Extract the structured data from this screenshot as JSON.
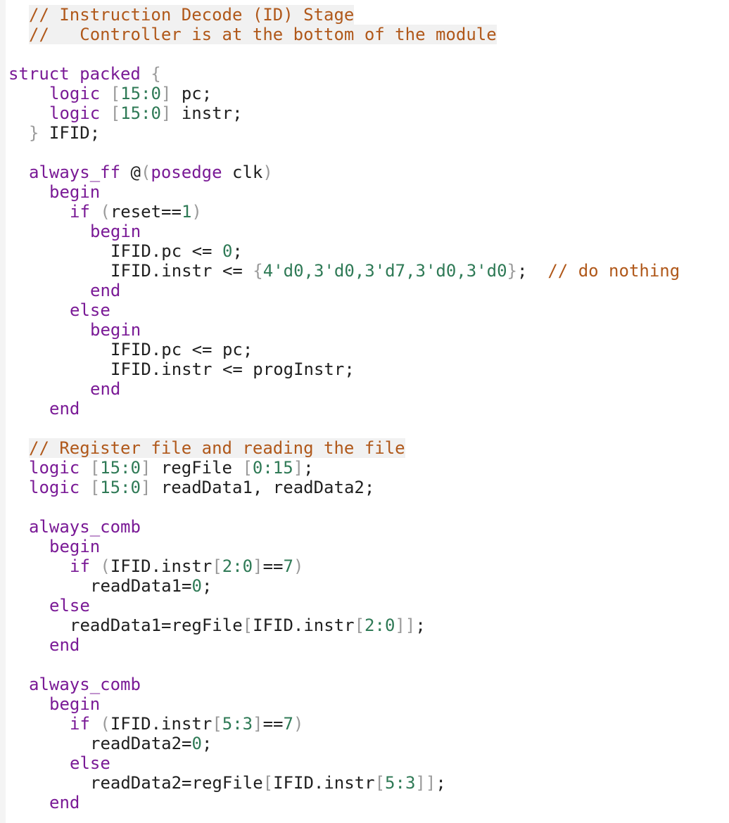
{
  "colors": {
    "comment": "#b0581a",
    "keyword": "#7a1a96",
    "number": "#2f7a56",
    "bracket": "#9a9a9a",
    "text": "#1f1f1f",
    "background": "#ffffff"
  },
  "lines": [
    {
      "indent": 1,
      "tokens": [
        {
          "t": "// Instruction Decode (ID) Stage",
          "c": "comment hl"
        }
      ]
    },
    {
      "indent": 1,
      "tokens": [
        {
          "t": "//   Controller is at the bottom of the module",
          "c": "comment hl"
        }
      ]
    },
    {
      "indent": 0,
      "tokens": []
    },
    {
      "indent": 0,
      "tokens": [
        {
          "t": "struct packed ",
          "c": "keyword"
        },
        {
          "t": "{",
          "c": "bracket"
        }
      ]
    },
    {
      "indent": 2,
      "tokens": [
        {
          "t": "logic ",
          "c": "keyword"
        },
        {
          "t": "[",
          "c": "bracket"
        },
        {
          "t": "15:0",
          "c": "number"
        },
        {
          "t": "]",
          "c": "bracket"
        },
        {
          "t": " pc;",
          "c": "plain"
        }
      ]
    },
    {
      "indent": 2,
      "tokens": [
        {
          "t": "logic ",
          "c": "keyword"
        },
        {
          "t": "[",
          "c": "bracket"
        },
        {
          "t": "15:0",
          "c": "number"
        },
        {
          "t": "]",
          "c": "bracket"
        },
        {
          "t": " instr;",
          "c": "plain"
        }
      ]
    },
    {
      "indent": 1,
      "tokens": [
        {
          "t": "}",
          "c": "bracket"
        },
        {
          "t": " IFID;",
          "c": "plain"
        }
      ]
    },
    {
      "indent": 0,
      "tokens": []
    },
    {
      "indent": 1,
      "tokens": [
        {
          "t": "always_ff ",
          "c": "keyword"
        },
        {
          "t": "@",
          "c": "plain"
        },
        {
          "t": "(",
          "c": "bracket"
        },
        {
          "t": "posedge",
          "c": "keyword"
        },
        {
          "t": " clk",
          "c": "plain"
        },
        {
          "t": ")",
          "c": "bracket"
        }
      ]
    },
    {
      "indent": 2,
      "tokens": [
        {
          "t": "begin",
          "c": "keyword"
        }
      ]
    },
    {
      "indent": 3,
      "tokens": [
        {
          "t": "if ",
          "c": "keyword"
        },
        {
          "t": "(",
          "c": "bracket"
        },
        {
          "t": "reset==",
          "c": "plain"
        },
        {
          "t": "1",
          "c": "number"
        },
        {
          "t": ")",
          "c": "bracket"
        }
      ]
    },
    {
      "indent": 4,
      "tokens": [
        {
          "t": "begin",
          "c": "keyword"
        }
      ]
    },
    {
      "indent": 5,
      "tokens": [
        {
          "t": "IFID.pc <= ",
          "c": "plain"
        },
        {
          "t": "0",
          "c": "number"
        },
        {
          "t": ";",
          "c": "plain"
        }
      ]
    },
    {
      "indent": 5,
      "tokens": [
        {
          "t": "IFID.instr <= ",
          "c": "plain"
        },
        {
          "t": "{",
          "c": "bracket"
        },
        {
          "t": "4'd0,3'd0,3'd7,3'd0,3'd0",
          "c": "number"
        },
        {
          "t": "}",
          "c": "bracket"
        },
        {
          "t": ";  ",
          "c": "plain"
        },
        {
          "t": "// do nothing",
          "c": "comment"
        }
      ]
    },
    {
      "indent": 4,
      "tokens": [
        {
          "t": "end",
          "c": "keyword"
        }
      ]
    },
    {
      "indent": 3,
      "tokens": [
        {
          "t": "else",
          "c": "keyword"
        }
      ]
    },
    {
      "indent": 4,
      "tokens": [
        {
          "t": "begin",
          "c": "keyword"
        }
      ]
    },
    {
      "indent": 5,
      "tokens": [
        {
          "t": "IFID.pc <= pc;",
          "c": "plain"
        }
      ]
    },
    {
      "indent": 5,
      "tokens": [
        {
          "t": "IFID.instr <= progInstr;",
          "c": "plain"
        }
      ]
    },
    {
      "indent": 4,
      "tokens": [
        {
          "t": "end",
          "c": "keyword"
        }
      ]
    },
    {
      "indent": 2,
      "tokens": [
        {
          "t": "end",
          "c": "keyword"
        }
      ]
    },
    {
      "indent": 0,
      "tokens": []
    },
    {
      "indent": 1,
      "tokens": [
        {
          "t": "// Register file and reading the file",
          "c": "comment hl"
        }
      ]
    },
    {
      "indent": 1,
      "tokens": [
        {
          "t": "logic ",
          "c": "keyword"
        },
        {
          "t": "[",
          "c": "bracket"
        },
        {
          "t": "15:0",
          "c": "number"
        },
        {
          "t": "]",
          "c": "bracket"
        },
        {
          "t": " regFile ",
          "c": "plain"
        },
        {
          "t": "[",
          "c": "bracket"
        },
        {
          "t": "0:15",
          "c": "number"
        },
        {
          "t": "]",
          "c": "bracket"
        },
        {
          "t": ";",
          "c": "plain"
        }
      ]
    },
    {
      "indent": 1,
      "tokens": [
        {
          "t": "logic ",
          "c": "keyword"
        },
        {
          "t": "[",
          "c": "bracket"
        },
        {
          "t": "15:0",
          "c": "number"
        },
        {
          "t": "]",
          "c": "bracket"
        },
        {
          "t": " readData1, readData2;",
          "c": "plain"
        }
      ]
    },
    {
      "indent": 0,
      "tokens": []
    },
    {
      "indent": 1,
      "tokens": [
        {
          "t": "always_comb",
          "c": "keyword"
        }
      ]
    },
    {
      "indent": 2,
      "tokens": [
        {
          "t": "begin",
          "c": "keyword"
        }
      ]
    },
    {
      "indent": 3,
      "tokens": [
        {
          "t": "if ",
          "c": "keyword"
        },
        {
          "t": "(",
          "c": "bracket"
        },
        {
          "t": "IFID.instr",
          "c": "plain"
        },
        {
          "t": "[",
          "c": "bracket"
        },
        {
          "t": "2:0",
          "c": "number"
        },
        {
          "t": "]",
          "c": "bracket"
        },
        {
          "t": "==",
          "c": "plain"
        },
        {
          "t": "7",
          "c": "number"
        },
        {
          "t": ")",
          "c": "bracket"
        }
      ]
    },
    {
      "indent": 4,
      "tokens": [
        {
          "t": "readData1=",
          "c": "plain"
        },
        {
          "t": "0",
          "c": "number"
        },
        {
          "t": ";",
          "c": "plain"
        }
      ]
    },
    {
      "indent": 2,
      "tokens": [
        {
          "t": "else",
          "c": "keyword"
        }
      ]
    },
    {
      "indent": 3,
      "tokens": [
        {
          "t": "readData1=regFile",
          "c": "plain"
        },
        {
          "t": "[",
          "c": "bracket"
        },
        {
          "t": "IFID.instr",
          "c": "plain"
        },
        {
          "t": "[",
          "c": "bracket"
        },
        {
          "t": "2:0",
          "c": "number"
        },
        {
          "t": "]]",
          "c": "bracket"
        },
        {
          "t": ";",
          "c": "plain"
        }
      ]
    },
    {
      "indent": 2,
      "tokens": [
        {
          "t": "end",
          "c": "keyword"
        }
      ]
    },
    {
      "indent": 0,
      "tokens": []
    },
    {
      "indent": 1,
      "tokens": [
        {
          "t": "always_comb",
          "c": "keyword"
        }
      ]
    },
    {
      "indent": 2,
      "tokens": [
        {
          "t": "begin",
          "c": "keyword"
        }
      ]
    },
    {
      "indent": 3,
      "tokens": [
        {
          "t": "if ",
          "c": "keyword"
        },
        {
          "t": "(",
          "c": "bracket"
        },
        {
          "t": "IFID.instr",
          "c": "plain"
        },
        {
          "t": "[",
          "c": "bracket"
        },
        {
          "t": "5:3",
          "c": "number"
        },
        {
          "t": "]",
          "c": "bracket"
        },
        {
          "t": "==",
          "c": "plain"
        },
        {
          "t": "7",
          "c": "number"
        },
        {
          "t": ")",
          "c": "bracket"
        }
      ]
    },
    {
      "indent": 4,
      "tokens": [
        {
          "t": "readData2=",
          "c": "plain"
        },
        {
          "t": "0",
          "c": "number"
        },
        {
          "t": ";",
          "c": "plain"
        }
      ]
    },
    {
      "indent": 3,
      "tokens": [
        {
          "t": "else",
          "c": "keyword"
        }
      ]
    },
    {
      "indent": 4,
      "tokens": [
        {
          "t": "readData2=regFile",
          "c": "plain"
        },
        {
          "t": "[",
          "c": "bracket"
        },
        {
          "t": "IFID.instr",
          "c": "plain"
        },
        {
          "t": "[",
          "c": "bracket"
        },
        {
          "t": "5:3",
          "c": "number"
        },
        {
          "t": "]]",
          "c": "bracket"
        },
        {
          "t": ";",
          "c": "plain"
        }
      ]
    },
    {
      "indent": 2,
      "tokens": [
        {
          "t": "end",
          "c": "keyword"
        }
      ]
    }
  ]
}
